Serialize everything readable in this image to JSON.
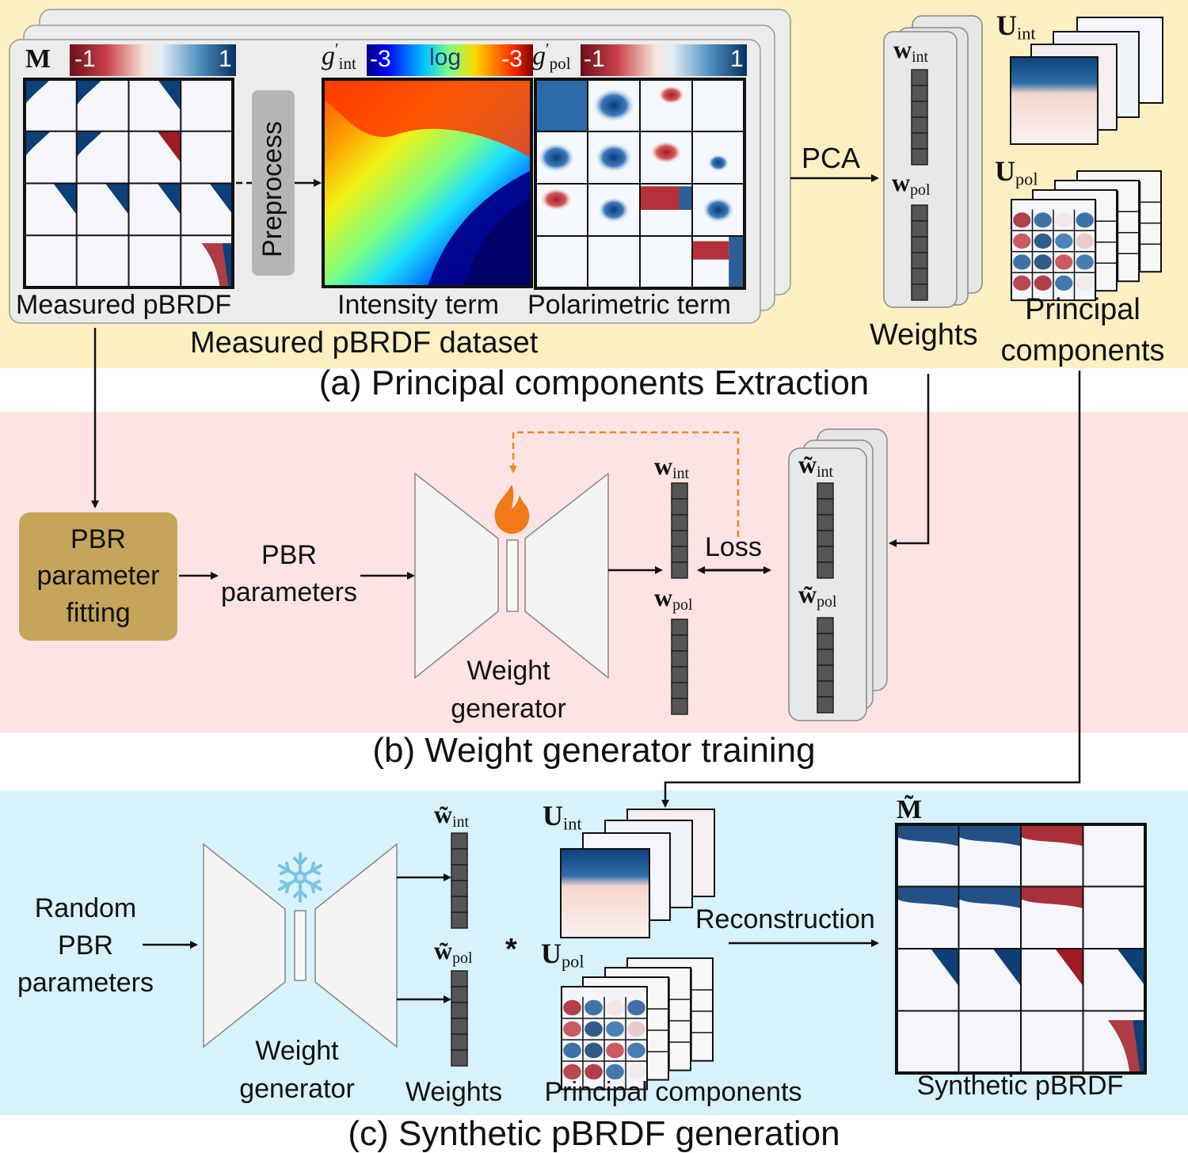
{
  "panels": {
    "a": {
      "caption": "(a) Principal components Extraction",
      "dataset_label": "Measured pBRDF dataset",
      "measured_label": "Measured pBRDF",
      "intensity_label": "Intensity term",
      "polarimetric_label": "Polarimetric term",
      "preprocess_label": "Preprocess",
      "pca_label": "PCA",
      "weights_label": "Weights",
      "pc_label_line1": "Principal",
      "pc_label_line2": "components",
      "symbol_M": "M",
      "colorbar_M": {
        "min": "-1",
        "max": "1"
      },
      "symbol_g_int": "g",
      "sub_int": "int",
      "colorbar_int": {
        "min": "-3",
        "mid": "log",
        "max": "-3"
      },
      "symbol_g_pol": "g",
      "sub_pol": "pol",
      "colorbar_pol": {
        "min": "-1",
        "max": "1"
      },
      "symbol_w": "w",
      "symbol_U": "U"
    },
    "b": {
      "caption": "(b) Weight generator training",
      "fitting_line1": "PBR",
      "fitting_line2": "parameter",
      "fitting_line3": "fitting",
      "params_line1": "PBR",
      "params_line2": "parameters",
      "generator_line1": "Weight",
      "generator_line2": "generator",
      "loss_label": "Loss",
      "symbol_w": "w",
      "symbol_w_tilde": "w̃",
      "sub_int": "int",
      "sub_pol": "pol"
    },
    "c": {
      "caption": "(c) Synthetic pBRDF generation",
      "random_line1": "Random",
      "random_line2": "PBR",
      "random_line3": "parameters",
      "generator_line1": "Weight",
      "generator_line2": "generator",
      "weights_label": "Weights",
      "pc_label": "Principal components",
      "reconstruction_label": "Reconstruction",
      "synthetic_label": "Synthetic pBRDF",
      "multiply_symbol": "*",
      "symbol_w_tilde": "w̃",
      "symbol_U": "U",
      "symbol_M_tilde": "M̃",
      "sub_int": "int",
      "sub_pol": "pol"
    }
  },
  "colors": {
    "panel_a_bg": "#fcefc2",
    "panel_b_bg": "#fde3e3",
    "panel_c_bg": "#d7f2fb",
    "fitting_box": "#c4a55a",
    "preprocess_box": "#b5b5b5",
    "loss_arrow": "#f08a1c",
    "flame": "#f07a1a",
    "snowflake": "#8ecfe8",
    "diverging_neg": "#8e1a22",
    "diverging_pos": "#083a6e"
  },
  "icons": [
    "flame-icon",
    "snowflake-icon"
  ]
}
